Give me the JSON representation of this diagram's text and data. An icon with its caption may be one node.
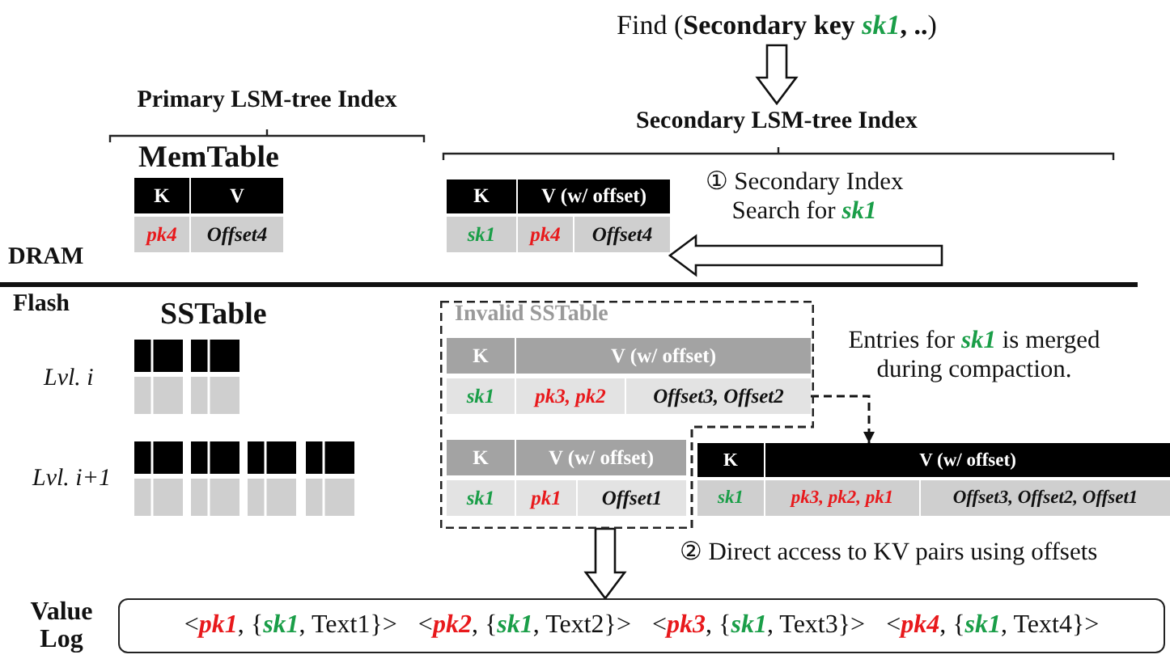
{
  "diagram": {
    "nodes": [
      {
        "text": [
          "Find (**Secondary key *sk1*, ..**)"
        ]
      },
      {
        "text": [
          "Secondary LSM-tree Index"
        ]
      },
      {
        "text": [
          "MemTable",
          "K",
          "V",
          "pk4",
          "Offset4"
        ]
      },
      {
        "text": [
          "K",
          "V (w/ offset)",
          "sk1",
          "pk4",
          "Offset4"
        ]
      },
      {
        "text": [
          "Invalid SSTable"
        ]
      },
      {
        "text": [
          "K",
          "V (w/ offset)",
          "sk1",
          "pk3, pk2",
          "Offset3, Offset2"
        ],
        "in": 4
      },
      {
        "text": [
          "K",
          "V (w/ offset)",
          "sk1",
          "pk1",
          "Offset1"
        ],
        "in": 4
      },
      {
        "text": [
          "K",
          "V (w/ offset)",
          "sk1",
          "pk3, pk2, pk1",
          "Offset3, Offset2, Offset1"
        ]
      },
      {
        "text": [
          "Value Log",
          "<*pk1*, {*sk1*, Text1}>",
          "<*pk2*, {*sk1*, Text2}>",
          "<*pk3*, {*sk1*, Text3}>",
          "<*pk4*, {*sk1*, Text4}>"
        ]
      }
    ],
    "edges": [
      {
        "from": 0,
        "to": 1,
        "arrow": "to"
      },
      {
        "from": null,
        "to": 3,
        "arrow": "to",
        "label": "① Secondary Index Search for *sk1*"
      },
      {
        "from": 5,
        "to": 7,
        "arrow": "to",
        "style": "dashed",
        "label": "Entries for *sk1* is merged during compaction."
      },
      {
        "from": 4,
        "to": 8,
        "arrow": "to",
        "label": "② Direct access to KV pairs using offsets"
      }
    ],
    "labels": [
      "Primary LSM-tree Index",
      "DRAM",
      "Flash",
      "SSTable",
      "Lvl. i",
      "Lvl. i+1"
    ]
  }
}
